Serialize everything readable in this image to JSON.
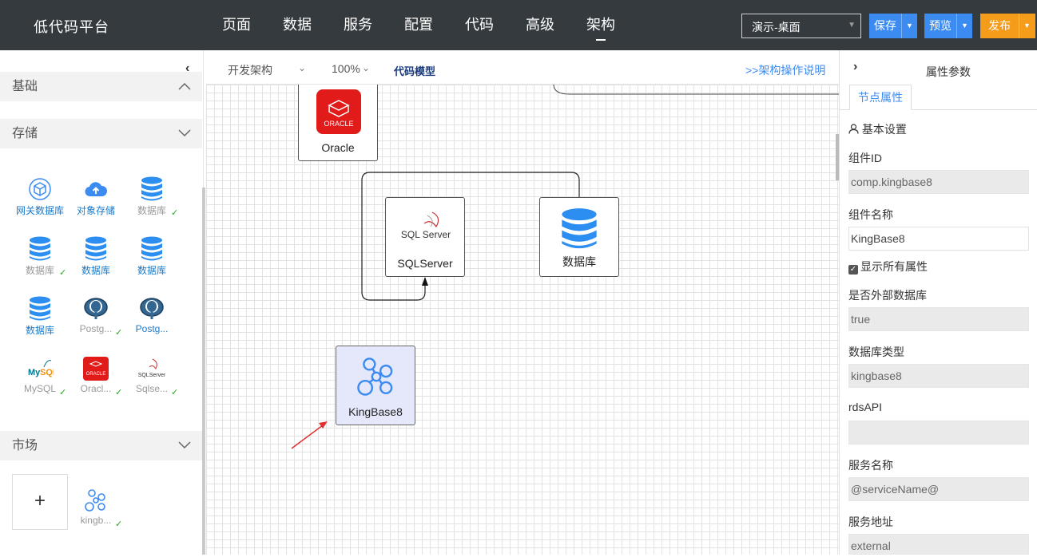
{
  "app": {
    "brand": "低代码平台"
  },
  "nav": [
    "页面",
    "数据",
    "服务",
    "配置",
    "代码",
    "高级",
    "架构"
  ],
  "nav_active": "架构",
  "env_select": {
    "value": "演示-桌面"
  },
  "buttons": {
    "save": "保存",
    "preview": "预览",
    "publish": "发布"
  },
  "colors": {
    "topbar": "#353a3f",
    "accent_blue": "#3c8bf1",
    "publish_orange": "#f59c1a",
    "selected_node": "#e5e7fb"
  },
  "left_panel": {
    "sections": [
      {
        "title": "基础",
        "state": "expanded"
      },
      {
        "title": "存储",
        "state": "collapsed"
      },
      {
        "title": "市场",
        "state": "collapsed"
      }
    ],
    "storage_items": [
      {
        "label": "网关数据库",
        "icon": "cube-network-icon",
        "checked": false
      },
      {
        "label": "对象存储",
        "icon": "cloud-upload-icon",
        "checked": false
      },
      {
        "label": "数据库",
        "icon": "database-icon",
        "checked": true
      },
      {
        "label": "数据库",
        "icon": "database-icon",
        "checked": true
      },
      {
        "label": "数据库",
        "icon": "database-icon",
        "checked": false
      },
      {
        "label": "数据库",
        "icon": "database-icon",
        "checked": false
      },
      {
        "label": "数据库",
        "icon": "database-icon",
        "checked": false
      },
      {
        "label": "Postg...",
        "icon": "postgresql-icon",
        "checked": true
      },
      {
        "label": "Postg...",
        "icon": "postgresql-icon",
        "checked": false
      },
      {
        "label": "MySQL",
        "icon": "mysql-icon",
        "checked": true
      },
      {
        "label": "Oracl...",
        "icon": "oracle-icon",
        "checked": true
      },
      {
        "label": "Sqlse...",
        "icon": "sqlserver-icon",
        "checked": true
      }
    ],
    "market_items": [
      {
        "label": "+",
        "icon": "plus-icon"
      },
      {
        "label": "kingb...",
        "icon": "kingbase-icon",
        "checked": true
      }
    ],
    "check_mark": "✓"
  },
  "canvas_toolbar": {
    "dev_arch": "开发架构",
    "zoom": "100%",
    "code_model": "代码模型",
    "help_link": ">>架构操作说明"
  },
  "canvas": {
    "nodes": [
      {
        "id": "oracle",
        "label": "Oracle"
      },
      {
        "id": "sqlserver",
        "label": "SQLServer",
        "logo_text": "SQL Server"
      },
      {
        "id": "db",
        "label": "数据库"
      },
      {
        "id": "kingbase",
        "label": "KingBase8"
      }
    ]
  },
  "right_panel": {
    "title": "属性参数",
    "tab": "节点属性",
    "section": "基本设置",
    "fields": [
      {
        "label": "组件ID",
        "value": "comp.kingbase8",
        "editable": false
      },
      {
        "label": "组件名称",
        "value": "KingBase8",
        "editable": true
      },
      {
        "label": "是否外部数据库",
        "value": "true",
        "editable": false
      },
      {
        "label": "数据库类型",
        "value": "kingbase8",
        "editable": false
      },
      {
        "label": "rdsAPI",
        "value": "",
        "editable": false
      },
      {
        "label": "服务名称",
        "value": "@serviceName@",
        "editable": false
      },
      {
        "label": "服务地址",
        "value": "external",
        "editable": false
      }
    ],
    "show_all_label": "显示所有属性",
    "show_all_checked": true
  }
}
